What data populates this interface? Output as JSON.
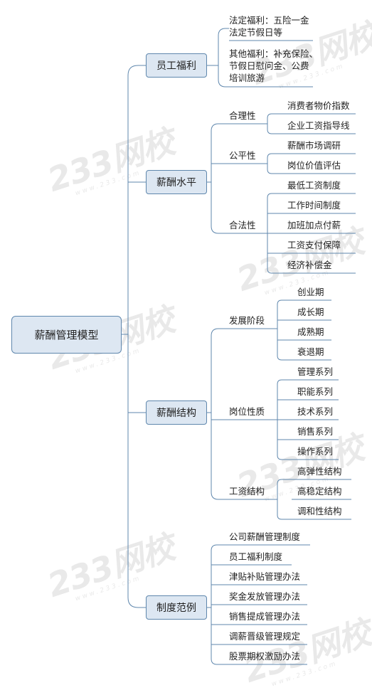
{
  "watermark": {
    "text": "233网校",
    "sub": "www.233.com"
  },
  "root": "薪酬管理模型",
  "branches": {
    "welfare": {
      "label": "员工福利",
      "items": [
        "法定福利：五险一金",
        "法定节假日等",
        "其他福利：补充保险、",
        "节假日慰问金、公费",
        "培训旅游"
      ]
    },
    "level": {
      "label": "薪酬水平",
      "subs": [
        {
          "label": "合理性",
          "items": [
            "消费者物价指数",
            "企业工资指导线"
          ]
        },
        {
          "label": "公平性",
          "items": [
            "薪酬市场调研",
            "岗位价值评估"
          ]
        },
        {
          "label": "合法性",
          "items": [
            "最低工资制度",
            "工作时间制度",
            "加班加点付薪",
            "工资支付保障",
            "经济补偿金"
          ]
        }
      ]
    },
    "structure": {
      "label": "薪酬结构",
      "subs": [
        {
          "label": "发展阶段",
          "items": [
            "创业期",
            "成长期",
            "成熟期",
            "衰退期"
          ]
        },
        {
          "label": "岗位性质",
          "items": [
            "管理系列",
            "职能系列",
            "技术系列",
            "销售系列",
            "操作系列"
          ]
        },
        {
          "label": "工资结构",
          "items": [
            "高弹性结构",
            "高稳定结构",
            "调和性结构"
          ]
        }
      ]
    },
    "examples": {
      "label": "制度范例",
      "items": [
        "公司薪酬管理制度",
        "员工福利制度",
        "津贴补贴管理办法",
        "奖金发放管理办法",
        "销售提成管理办法",
        "调薪晋级管理规定",
        "股票期权激励办法"
      ]
    }
  }
}
